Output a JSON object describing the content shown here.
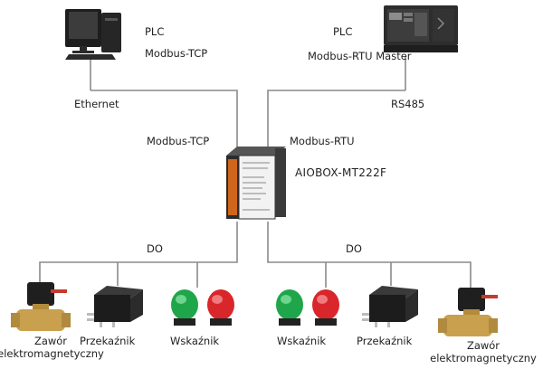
{
  "plc_left": {
    "title": "PLC",
    "protocol": "Modbus-TCP",
    "icon": "desktop-computer-icon"
  },
  "plc_right": {
    "title": "PLC",
    "protocol": "Modbus-RTU Master",
    "icon": "plc-controller-icon"
  },
  "links": {
    "left": "Ethernet",
    "right": "RS485"
  },
  "gateway": {
    "name": "AIOBOX-MT222F",
    "left_protocol": "Modbus-TCP",
    "right_protocol": "Modbus-RTU",
    "icon": "io-module-icon"
  },
  "outputs": {
    "left": "DO",
    "right": "DO"
  },
  "devices": {
    "valve_left": "Zawór elektromagnetyczny",
    "relay_left": "Przekaźnik",
    "indicator_left": "Wskaźnik",
    "indicator_right": "Wskaźnik",
    "relay_right": "Przekaźnik",
    "valve_right": "Zawór elektromagnetyczny"
  },
  "colors": {
    "line": "#8a8a8a",
    "green": "#1fa64a",
    "red": "#d9262b",
    "brass": "#c9a04e"
  }
}
